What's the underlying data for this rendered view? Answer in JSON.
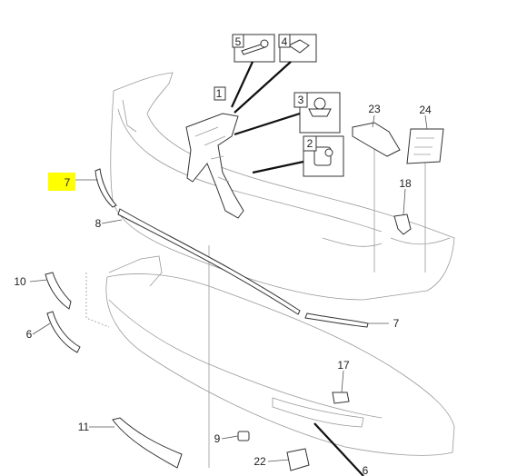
{
  "callouts": {
    "c1": "1",
    "c2": "2",
    "c3": "3",
    "c4": "4",
    "c5": "5",
    "c6_left": "6",
    "c6_bottom": "6",
    "c7_highlight": "7",
    "c7_right": "7",
    "c8": "8",
    "c9": "9",
    "c10": "10",
    "c11": "11",
    "c17": "17",
    "c18": "18",
    "c22": "22",
    "c23": "23",
    "c24": "24"
  },
  "colors": {
    "highlight": "#ffff00",
    "line": "#333333",
    "background": "#ffffff"
  }
}
